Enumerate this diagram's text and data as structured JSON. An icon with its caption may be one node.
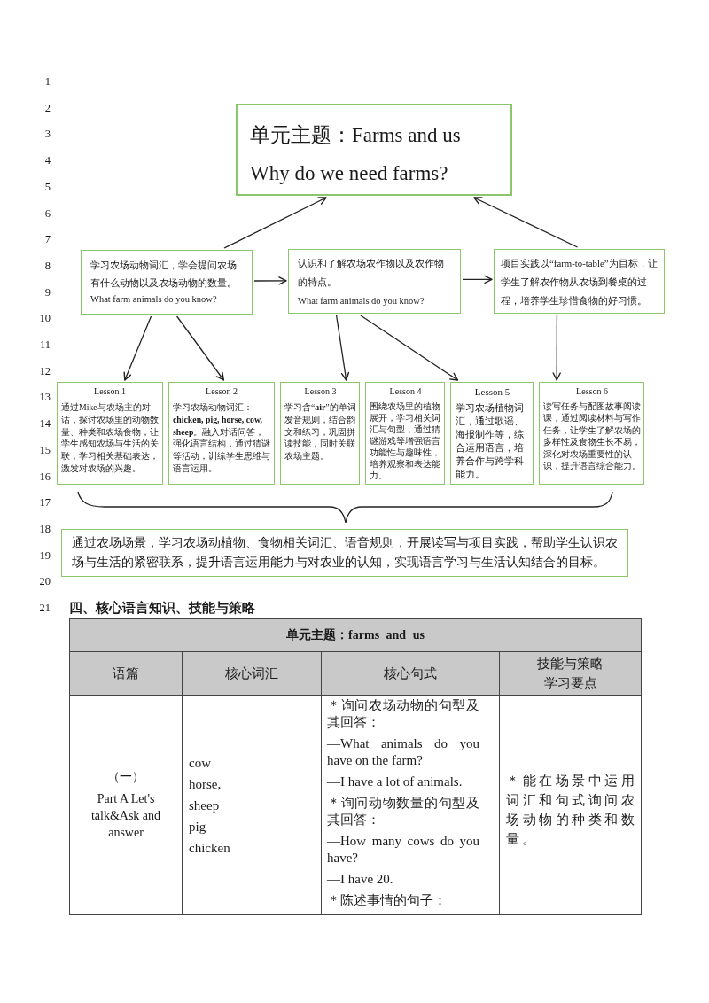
{
  "diagram": {
    "nodes": [
      {
        "text": [
          "单元主题：Farms and us",
          "Why do we need farms?"
        ]
      },
      {
        "text": [
          "学习农场动物词汇，学会提问农场有什么动物以及农场动物的数量。",
          "What farm animals do you know?"
        ]
      },
      {
        "text": [
          "认识和了解农场农作物以及农作物的特点。",
          "What farm animals do you know?"
        ]
      },
      {
        "text": [
          "项目实践以“farm-to-table”为目标，让学生了解农作物从农场到餐桌的过程，培养学生珍惜食物的好习惯。"
        ]
      },
      {
        "text": [
          "Lesson 1",
          "通过Mike与农场主的对话，探讨农场里的动物数量、种类和农场食物，让学生感知农场与生活的关联，学习相关基础表达，激发对农场的兴趣。"
        ]
      },
      {
        "text": [
          "Lesson 2",
          "学习农场动物词汇：**chicken, pig, horse, cow, sheep**。融入对话问答，强化语言结构，通过猜谜等活动，训练学生思维与语言运用。"
        ]
      },
      {
        "text": [
          "Lesson 3",
          "学习含“**air**”的单词发音规则，结合韵文和练习，巩固拼读技能，同时关联农场主题。"
        ]
      },
      {
        "text": [
          "Lesson 4",
          "围绕农场里的植物展开，学习相关词汇与句型，通过猜谜游戏等增强语言功能性与趣味性，培养观察和表达能力。"
        ]
      },
      {
        "text": [
          "Lesson 5",
          "学习农场植物词汇，通过歌谣、海报制作等，综合运用语言，培养合作与跨学科能力。"
        ]
      },
      {
        "text": [
          "Lesson 6",
          "读写任务与配图故事阅读课，通过阅读材料与写作任务，让学生了解农场的多样性及食物生长不易，深化对农场重要性的认识，提升语言综合能力。"
        ]
      },
      {
        "text": [
          "通过农场场景，学习农场动植物、食物相关词汇、语音规则，开展读写与项目实践，帮助学生认识农场与生活的紧密联系，提升语言运用能力与对农业的认知，实现语言学习与生活认知结合的目标。"
        ]
      }
    ],
    "edges": [
      {
        "from": 1,
        "to": 0,
        "arrow": "to"
      },
      {
        "from": 3,
        "to": 0,
        "arrow": "to"
      },
      {
        "from": 1,
        "to": 2,
        "arrow": "to"
      },
      {
        "from": 2,
        "to": 3,
        "arrow": "to"
      },
      {
        "from": 1,
        "to": 4,
        "arrow": "to"
      },
      {
        "from": 1,
        "to": 5,
        "arrow": "to"
      },
      {
        "from": 2,
        "to": 6,
        "arrow": "to"
      },
      {
        "from": 2,
        "to": 8,
        "arrow": "to"
      },
      {
        "from": 3,
        "to": 9,
        "arrow": "to"
      }
    ],
    "labels": [
      "1",
      "2",
      "3",
      "4",
      "5",
      "6",
      "7",
      "8",
      "9",
      "10",
      "11",
      "12",
      "13",
      "14",
      "15",
      "16",
      "17",
      "18",
      "19",
      "20",
      "21",
      "四、核心语言知识、技能与策略",
      "单元主题：farms and us",
      "语篇",
      "核心词汇",
      "核心句式",
      "技能与策略学习要点",
      "（一）",
      "Part A Let's talk&Ask and answer",
      "cow",
      "horse,",
      "sheep",
      "pig",
      "chicken",
      "＊询问农场动物的句型及其回答：",
      "—What animals do you have on the farm?",
      "—I have a lot of animals.",
      "＊询问动物数量的句型及其回答：",
      "—How many cows do you have?",
      "—I have 20.",
      "＊陈述事情的句子：",
      "＊能在场景中运用词汇和句式询问农场动物的种类和数量。"
    ]
  }
}
